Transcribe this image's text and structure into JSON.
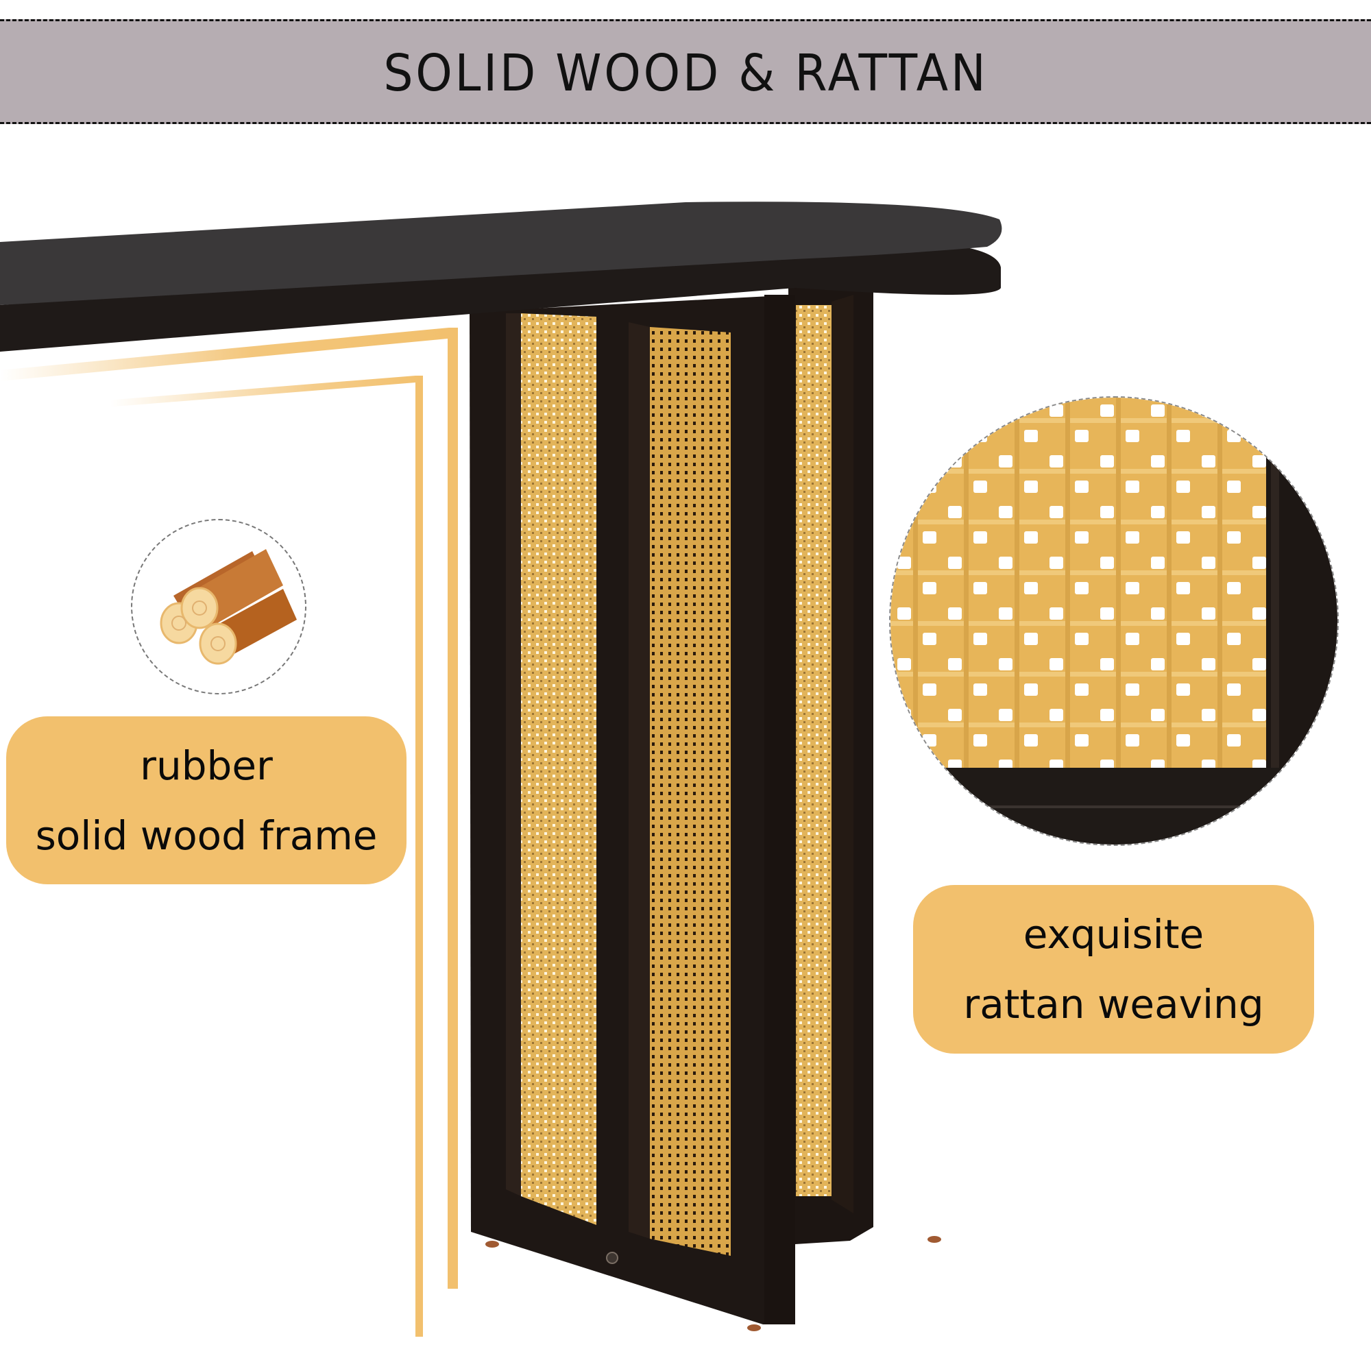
{
  "header": {
    "title": "SOLID WOOD & RATTAN",
    "background_color": "#b6adb2"
  },
  "features": [
    {
      "icon": "wood-logs-icon",
      "lines": [
        "rubber",
        "solid wood frame"
      ]
    },
    {
      "icon": "rattan-weave-closeup",
      "lines": [
        "exquisite",
        "rattan weaving"
      ]
    }
  ],
  "colors": {
    "label_background": "#f2c06d",
    "accent_line": "#f2c06d",
    "wood_dark": "#1f1a18",
    "tabletop_surface": "#3a3839",
    "rattan": "#e2b45a"
  },
  "product": {
    "name": "console table with rattan panel legs",
    "materials": [
      "solid wood",
      "rattan"
    ]
  }
}
